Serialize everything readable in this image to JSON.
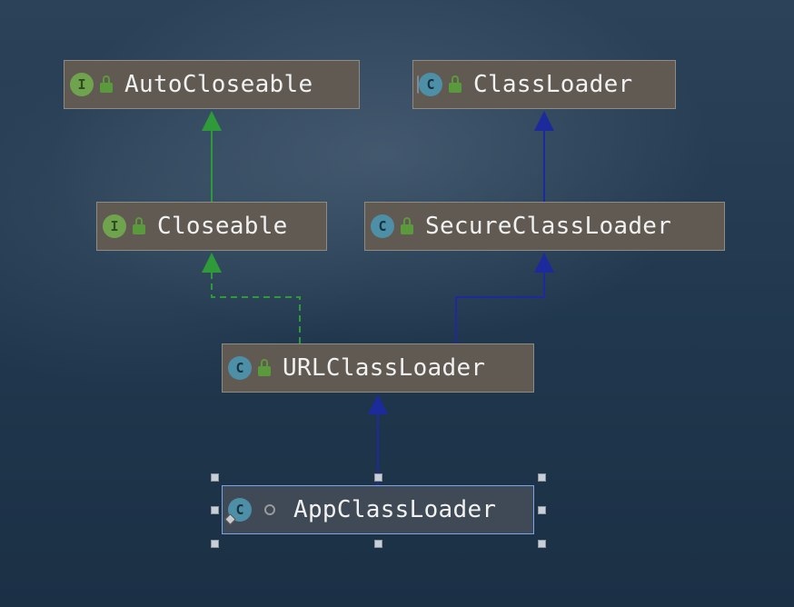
{
  "nodes": {
    "autocloseable": {
      "name": "AutoCloseable",
      "kind": "interface",
      "badge": "I"
    },
    "classloader": {
      "name": "ClassLoader",
      "kind": "abstract-class",
      "badge": "C"
    },
    "closeable": {
      "name": "Closeable",
      "kind": "interface",
      "badge": "I"
    },
    "secureclassloader": {
      "name": "SecureClassLoader",
      "kind": "class",
      "badge": "C"
    },
    "urlclassloader": {
      "name": "URLClassLoader",
      "kind": "class",
      "badge": "C"
    },
    "appclassloader": {
      "name": "AppClassLoader",
      "kind": "class",
      "badge": "C",
      "selected": true
    }
  },
  "edges": [
    {
      "from": "Closeable",
      "to": "AutoCloseable",
      "relation": "extends"
    },
    {
      "from": "SecureClassLoader",
      "to": "ClassLoader",
      "relation": "extends"
    },
    {
      "from": "URLClassLoader",
      "to": "Closeable",
      "relation": "implements"
    },
    {
      "from": "URLClassLoader",
      "to": "SecureClassLoader",
      "relation": "extends"
    },
    {
      "from": "AppClassLoader",
      "to": "URLClassLoader",
      "relation": "extends"
    }
  ],
  "colors": {
    "interface_edge": "#2e9a3a",
    "class_edge": "#1c2a9c",
    "node_fill": "#605a52",
    "selection": "#7aa6e6"
  }
}
